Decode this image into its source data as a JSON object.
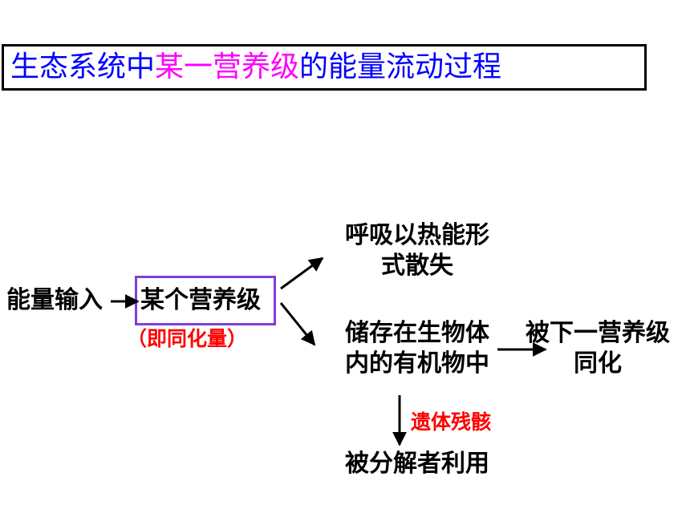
{
  "title": {
    "part1": "生态系统中",
    "part2": "某一营养级",
    "part3": "的能量流动过程",
    "color_main": "#0000ff",
    "color_highlight": "#ff00ff"
  },
  "diagram": {
    "energy_input": "能量输入",
    "trophic_level": "某个营养级",
    "assimilation_note": "（即同化量）",
    "respiration_line1": "呼吸以热能形",
    "respiration_line2": "式散失",
    "storage_line1": "储存在生物体",
    "storage_line2": "内的有机物中",
    "next_level_line1": "被下一营养级",
    "next_level_line2": "同化",
    "remains": "遗体残骸",
    "decomposers": "被分解者利用",
    "box_color": "#7f3fd8",
    "note_color": "#ff0000"
  }
}
